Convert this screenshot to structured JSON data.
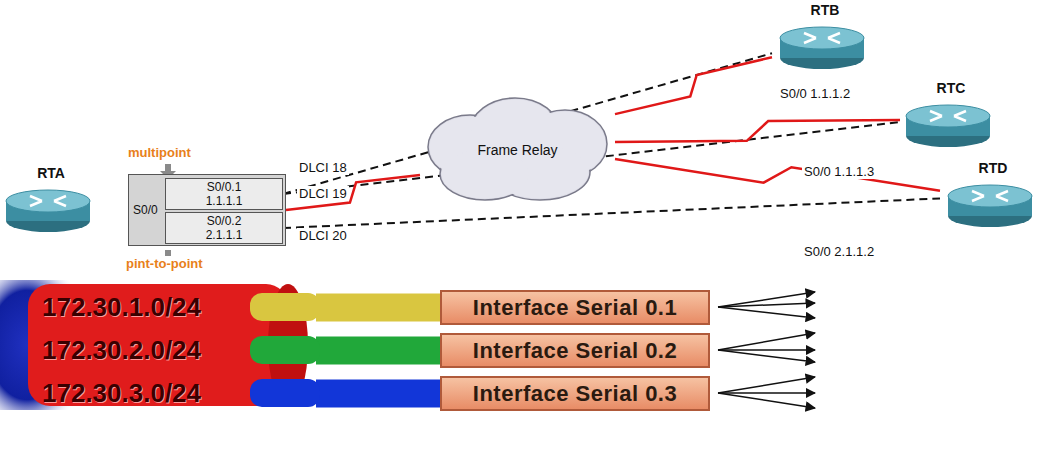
{
  "diagram": {
    "nodes": [
      {
        "text": [
          "RTA"
        ]
      },
      {
        "text": [
          "S0/0"
        ]
      },
      {
        "text": [
          "S0/0.1 1.1.1.1"
        ],
        "in": 1
      },
      {
        "text": [
          "S0/0.2 2.1.1.1"
        ],
        "in": 1
      },
      {
        "text": [
          "Frame Relay"
        ]
      },
      {
        "text": [
          "RTB"
        ]
      },
      {
        "text": [
          "RTC"
        ]
      },
      {
        "text": [
          "RTD"
        ]
      },
      {
        "text": [
          "172.30.1.0/24",
          "172.30.2.0/24",
          "172.30.3.0/24"
        ]
      },
      {
        "text": [
          "Interface Serial 0.1"
        ]
      },
      {
        "text": [
          "Interface Serial 0.2"
        ]
      },
      {
        "text": [
          "Interface Serial 0.3"
        ]
      }
    ],
    "edges": [
      {
        "from": 2,
        "to": 5,
        "arrow": "none"
      },
      {
        "from": 2,
        "to": 6,
        "arrow": "none"
      },
      {
        "from": 3,
        "to": 7,
        "arrow": "none"
      },
      {
        "from": 1,
        "to": 4,
        "arrow": "none"
      },
      {
        "from": 4,
        "to": 5,
        "arrow": "none"
      },
      {
        "from": 4,
        "to": 6,
        "arrow": "none"
      },
      {
        "from": 4,
        "to": 7,
        "arrow": "none"
      },
      {
        "from": 8,
        "to": 9,
        "arrow": "none"
      },
      {
        "from": 8,
        "to": 10,
        "arrow": "none"
      },
      {
        "from": 8,
        "to": 11,
        "arrow": "none"
      }
    ],
    "labels": [
      "multipoint",
      "pint-to-point",
      "DLCI 18",
      "DLCI 19",
      "DLCI 20",
      "S0/0 1.1.1.2",
      "S0/0 1.1.1.3",
      "S0/0 2.1.1.2"
    ]
  }
}
